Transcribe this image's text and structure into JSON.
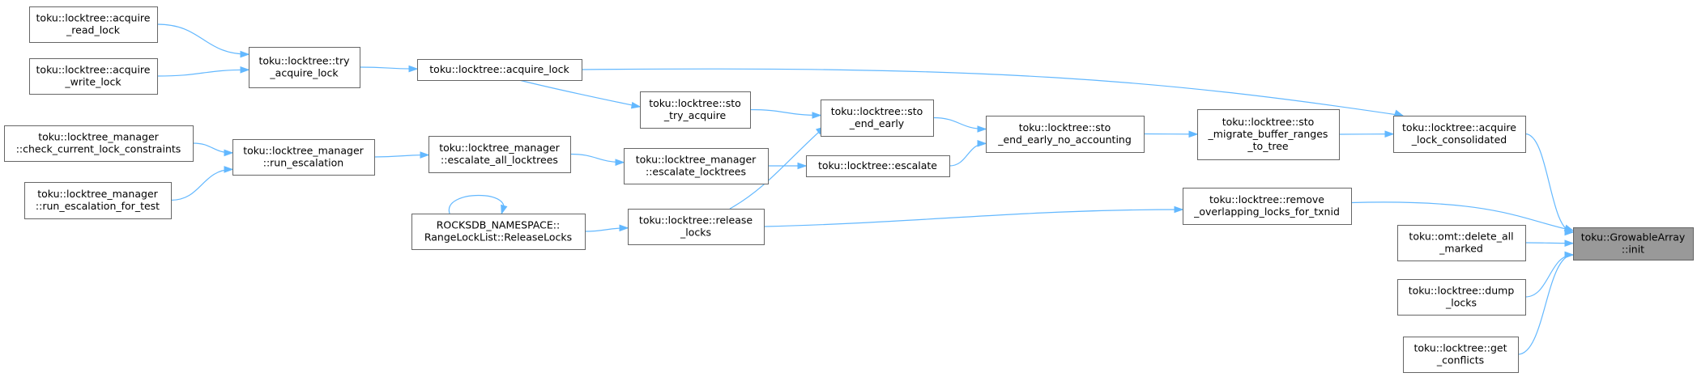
{
  "nodes": [
    {
      "id": "ga_init",
      "lines": [
        "toku::GrowableArray",
        "::init"
      ],
      "highlight": true
    },
    {
      "id": "acquire_lock_consolidated",
      "lines": [
        "toku::locktree::acquire",
        "_lock_consolidated"
      ]
    },
    {
      "id": "remove_overlapping",
      "lines": [
        "toku::locktree::remove",
        "_overlapping_locks_for_txnid"
      ]
    },
    {
      "id": "omt_delete_all_marked",
      "lines": [
        "toku::omt::delete_all",
        "_marked"
      ]
    },
    {
      "id": "dump_locks",
      "lines": [
        "toku::locktree::dump",
        "_locks"
      ]
    },
    {
      "id": "get_conflicts",
      "lines": [
        "toku::locktree::get",
        "_conflicts"
      ]
    },
    {
      "id": "acquire_lock",
      "lines": [
        "toku::locktree::acquire_lock"
      ]
    },
    {
      "id": "sto_migrate",
      "lines": [
        "toku::locktree::sto",
        "_migrate_buffer_ranges",
        "_to_tree"
      ]
    },
    {
      "id": "try_acquire_lock",
      "lines": [
        "toku::locktree::try",
        "_acquire_lock"
      ]
    },
    {
      "id": "acquire_read_lock",
      "lines": [
        "toku::locktree::acquire",
        "_read_lock"
      ]
    },
    {
      "id": "acquire_write_lock",
      "lines": [
        "toku::locktree::acquire",
        "_write_lock"
      ]
    },
    {
      "id": "sto_end_early_no_acc",
      "lines": [
        "toku::locktree::sto",
        "_end_early_no_accounting"
      ]
    },
    {
      "id": "escalate",
      "lines": [
        "toku::locktree::escalate"
      ]
    },
    {
      "id": "sto_end_early",
      "lines": [
        "toku::locktree::sto",
        "_end_early"
      ]
    },
    {
      "id": "sto_try_acquire",
      "lines": [
        "toku::locktree::sto",
        "_try_acquire"
      ]
    },
    {
      "id": "release_locks",
      "lines": [
        "toku::locktree::release",
        "_locks"
      ]
    },
    {
      "id": "ltm_escalate_locktrees",
      "lines": [
        "toku::locktree_manager",
        "::escalate_locktrees"
      ]
    },
    {
      "id": "ltm_escalate_all",
      "lines": [
        "toku::locktree_manager",
        "::escalate_all_locktrees"
      ]
    },
    {
      "id": "ltm_run_escalation",
      "lines": [
        "toku::locktree_manager",
        "::run_escalation"
      ]
    },
    {
      "id": "ltm_check_constraints",
      "lines": [
        "toku::locktree_manager",
        "::check_current_lock_constraints"
      ]
    },
    {
      "id": "ltm_run_escalation_test",
      "lines": [
        "toku::locktree_manager",
        "::run_escalation_for_test"
      ]
    },
    {
      "id": "rocksdb_release_locks",
      "lines": [
        "ROCKSDB_NAMESPACE::",
        "RangeLockList::ReleaseLocks"
      ]
    }
  ],
  "edges": [
    {
      "from": "acquire_lock_consolidated",
      "to": "ga_init"
    },
    {
      "from": "remove_overlapping",
      "to": "ga_init"
    },
    {
      "from": "omt_delete_all_marked",
      "to": "ga_init"
    },
    {
      "from": "dump_locks",
      "to": "ga_init"
    },
    {
      "from": "get_conflicts",
      "to": "ga_init"
    },
    {
      "from": "acquire_lock",
      "to": "acquire_lock_consolidated"
    },
    {
      "from": "sto_migrate",
      "to": "acquire_lock_consolidated"
    },
    {
      "from": "try_acquire_lock",
      "to": "acquire_lock"
    },
    {
      "from": "acquire_read_lock",
      "to": "try_acquire_lock"
    },
    {
      "from": "acquire_write_lock",
      "to": "try_acquire_lock"
    },
    {
      "from": "sto_end_early_no_acc",
      "to": "sto_migrate"
    },
    {
      "from": "sto_end_early",
      "to": "sto_end_early_no_acc"
    },
    {
      "from": "escalate",
      "to": "sto_end_early_no_acc"
    },
    {
      "from": "sto_try_acquire",
      "to": "sto_end_early"
    },
    {
      "from": "release_locks",
      "to": "sto_end_early"
    },
    {
      "from": "acquire_lock",
      "to": "sto_try_acquire"
    },
    {
      "from": "ltm_escalate_locktrees",
      "to": "escalate"
    },
    {
      "from": "ltm_escalate_all",
      "to": "ltm_escalate_locktrees"
    },
    {
      "from": "ltm_run_escalation",
      "to": "ltm_escalate_all"
    },
    {
      "from": "ltm_check_constraints",
      "to": "ltm_run_escalation"
    },
    {
      "from": "ltm_run_escalation_test",
      "to": "ltm_run_escalation"
    },
    {
      "from": "release_locks",
      "to": "remove_overlapping"
    },
    {
      "from": "rocksdb_release_locks",
      "to": "release_locks"
    },
    {
      "from": "rocksdb_release_locks",
      "to": "rocksdb_release_locks"
    }
  ],
  "colors": {
    "edge": "#63b8ff",
    "node_border": "#666666",
    "node_fill": "#ffffff",
    "highlight_fill": "#999999"
  }
}
